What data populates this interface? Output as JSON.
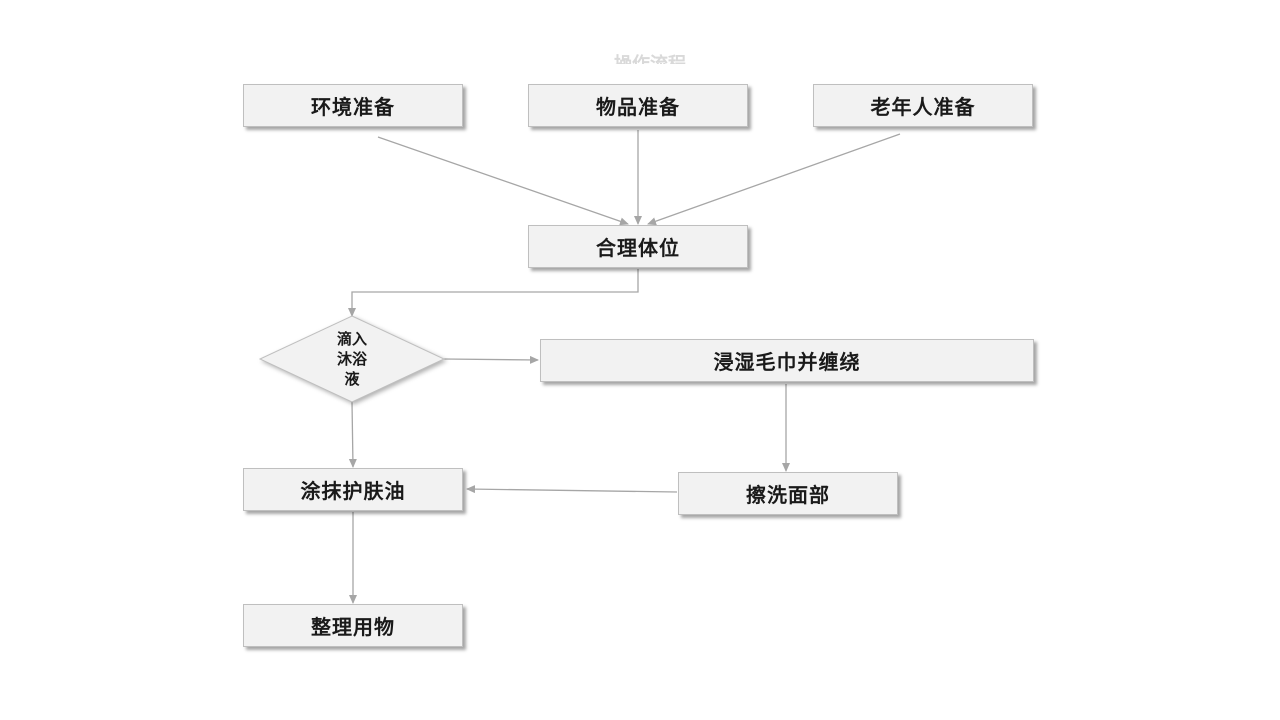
{
  "slide": {
    "title_fragment": "操作流程"
  },
  "nodes": {
    "env_prep": "环境准备",
    "item_prep": "物品准备",
    "elder_prep": "老年人准备",
    "position": "合理体位",
    "decision": "滴入\n沐浴\n液",
    "soak_towel": "浸湿毛巾并缠绕",
    "wash_face": "擦洗面部",
    "apply_oil": "涂抹护肤油",
    "tidy_up": "整理用物"
  },
  "colors": {
    "node_fill": "#f2f2f2",
    "node_border": "#bfbfbf",
    "connector": "#a6a6a6",
    "text": "#1a1a1a"
  }
}
